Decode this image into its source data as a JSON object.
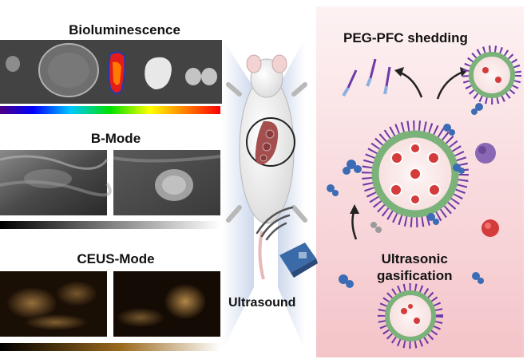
{
  "left_panel": {
    "bioluminescence_title": "Bioluminescence",
    "bmode_title": "B-Mode",
    "ceus_title": "CEUS-Mode"
  },
  "center": {
    "ultrasound_label": "Ultrasound"
  },
  "right_panel": {
    "shedding_title_bold": "PEG-PFC",
    "shedding_title_rest": "shedding",
    "gasification_line1": "Ultrasonic",
    "gasification_line2": "gasification"
  },
  "colors": {
    "panel_pink_top": "#fdf2f3",
    "panel_pink_bottom": "#f4c4c9",
    "shell_green": "#7ab27a",
    "spike_purple": "#6e3aa6",
    "droplet_red": "#d43c3c",
    "protein_blue": "#3b6cb5"
  }
}
